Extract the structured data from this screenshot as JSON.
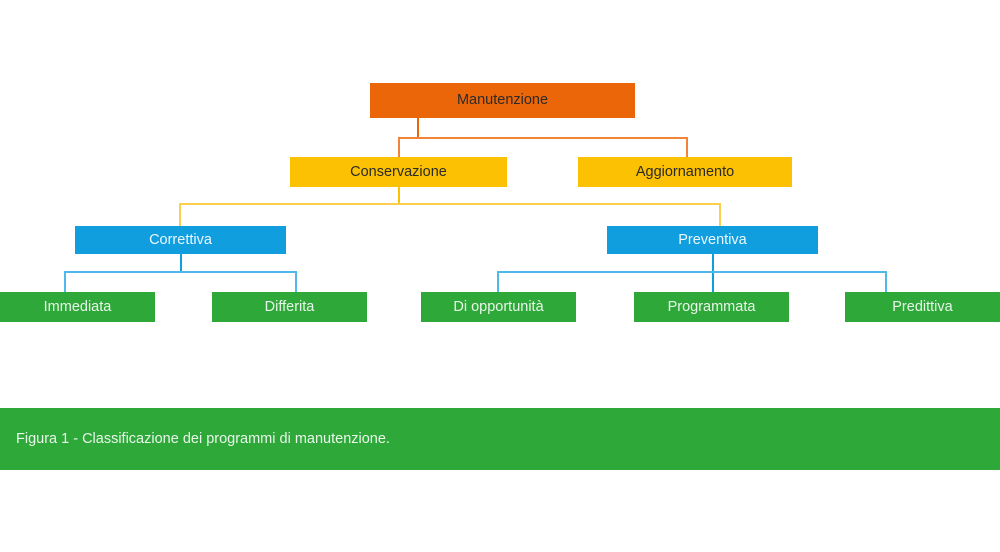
{
  "page": {
    "top_cut_text": "",
    "background_color": "#ffffff"
  },
  "palette": {
    "orange": "#EB6608",
    "orange_connector": "#F2843A",
    "yellow": "#FBC102",
    "yellow_connector": "#FBCE4B",
    "blue": "#109EDE",
    "blue_connector": "#4FB9EC",
    "green": "#2FA83A",
    "dark_text": "#2b2b2b",
    "light_text": "#eaf7fe"
  },
  "diagram": {
    "type": "tree",
    "title": "Classificazione dei programmi di manutenzione",
    "levels": [
      {
        "level": 0,
        "color": "#EB6608",
        "nodes": [
          {
            "id": "manutenzione",
            "label": "Manutenzione"
          }
        ]
      },
      {
        "level": 1,
        "color": "#FBC102",
        "nodes": [
          {
            "id": "conservazione",
            "label": "Conservazione",
            "parent": "manutenzione"
          },
          {
            "id": "aggiornamento",
            "label": "Aggiornamento",
            "parent": "manutenzione"
          }
        ]
      },
      {
        "level": 2,
        "color": "#109EDE",
        "nodes": [
          {
            "id": "correttiva",
            "label": "Correttiva",
            "parent": "conservazione"
          },
          {
            "id": "preventiva",
            "label": "Preventiva",
            "parent": "conservazione"
          }
        ]
      },
      {
        "level": 3,
        "color": "#2FA83A",
        "nodes": [
          {
            "id": "immediata",
            "label": "Immediata",
            "parent": "correttiva"
          },
          {
            "id": "differita",
            "label": "Differita",
            "parent": "correttiva"
          },
          {
            "id": "di-opportunita",
            "label": "Di opportunità",
            "parent": "preventiva"
          },
          {
            "id": "programmata",
            "label": "Programmata",
            "parent": "preventiva"
          },
          {
            "id": "predittiva",
            "label": "Predittiva",
            "parent": "preventiva"
          }
        ]
      }
    ]
  },
  "caption": {
    "text": "Figura 1 - Classificazione dei programmi di manutenzione.",
    "figure_number": "Figura 1",
    "background_color": "#2FA83A"
  }
}
